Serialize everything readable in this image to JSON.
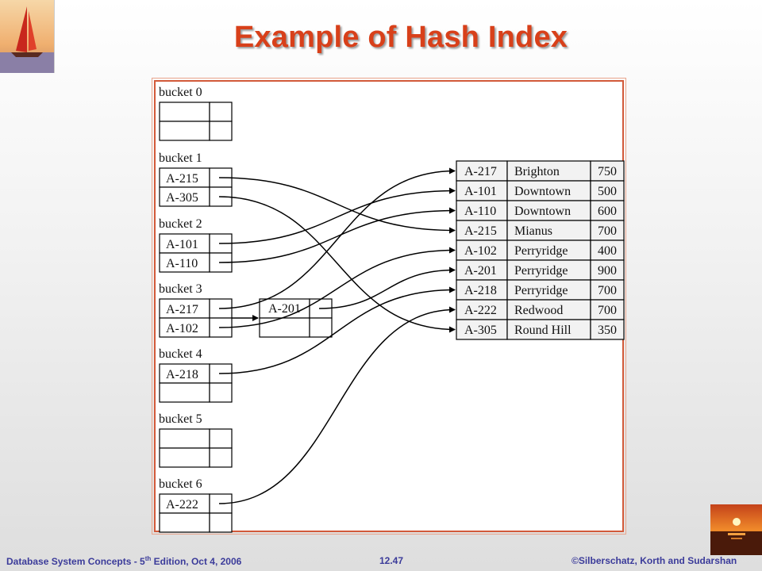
{
  "title": "Example of Hash Index",
  "buckets": [
    {
      "label": "bucket 0",
      "entries": [
        "",
        ""
      ]
    },
    {
      "label": "bucket 1",
      "entries": [
        "A-215",
        "A-305"
      ]
    },
    {
      "label": "bucket 2",
      "entries": [
        "A-101",
        "A-110"
      ]
    },
    {
      "label": "bucket 3",
      "entries": [
        "A-217",
        "A-102"
      ]
    },
    {
      "label": "bucket 4",
      "entries": [
        "A-218",
        ""
      ]
    },
    {
      "label": "bucket 5",
      "entries": [
        "",
        ""
      ]
    },
    {
      "label": "bucket 6",
      "entries": [
        "A-222",
        ""
      ]
    }
  ],
  "overflow_bucket": {
    "entries": [
      "A-201",
      ""
    ]
  },
  "account_table": [
    [
      "A-217",
      "Brighton",
      "750"
    ],
    [
      "A-101",
      "Downtown",
      "500"
    ],
    [
      "A-110",
      "Downtown",
      "600"
    ],
    [
      "A-215",
      "Mianus",
      "700"
    ],
    [
      "A-102",
      "Perryridge",
      "400"
    ],
    [
      "A-201",
      "Perryridge",
      "900"
    ],
    [
      "A-218",
      "Perryridge",
      "700"
    ],
    [
      "A-222",
      "Redwood",
      "700"
    ],
    [
      "A-305",
      "Round Hill",
      "350"
    ]
  ],
  "footer": {
    "left_pre": "Database System Concepts - 5",
    "left_sup": "th",
    "left_post": " Edition, Oct 4, 2006",
    "center": "12.47",
    "right": "©Silberschatz, Korth and Sudarshan"
  }
}
